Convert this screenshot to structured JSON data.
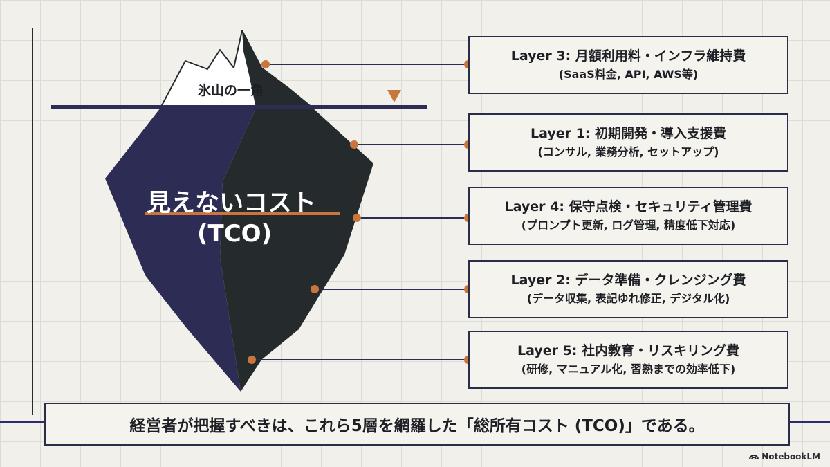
{
  "tip_label": "氷山の一角",
  "center_title": "見えないコスト",
  "center_sub": "(TCO)",
  "layers": [
    {
      "title": "Layer 3: 月額利用料・インフラ維持費",
      "sub": "(SaaS料金, API, AWS等)"
    },
    {
      "title": "Layer 1: 初期開発・導入支援費",
      "sub": "(コンサル, 業務分析, セットアップ)"
    },
    {
      "title": "Layer 4: 保守点検・セキュリティ管理費",
      "sub": "(プロンプト更新, ログ管理, 精度低下対応)"
    },
    {
      "title": "Layer 2: データ準備・クレンジング費",
      "sub": "(データ収集, 表記ゆれ修正, デジタル化)"
    },
    {
      "title": "Layer 5: 社内教育・リスキリング費",
      "sub": "(研修, マニュアル化, 習熟までの効率低下)"
    }
  ],
  "summary": "経営者が把握すべきは、これら5層を網羅した「総所有コスト (TCO)」である。",
  "brand": "NotebookLM",
  "colors": {
    "navy": "#2c2c54",
    "dark": "#252b2c",
    "orange": "#c8763c",
    "background": "#f1f0eb"
  }
}
